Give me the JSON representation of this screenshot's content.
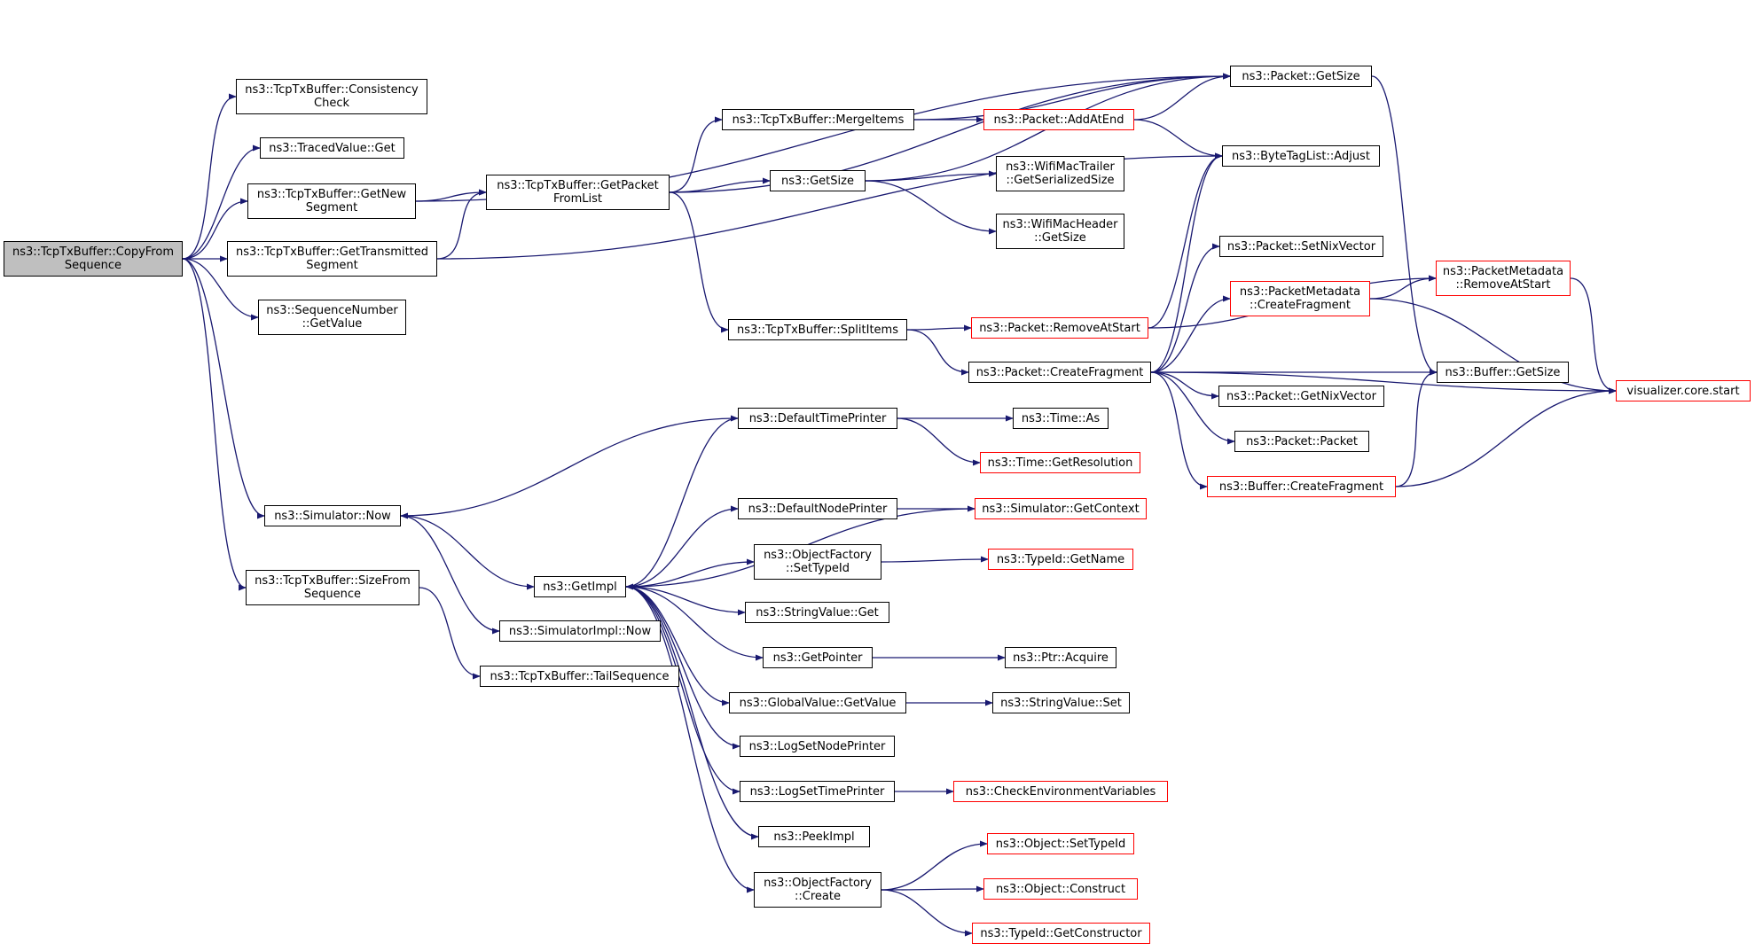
{
  "colors": {
    "edge": "#191970",
    "box_border": "#000000",
    "incomplete_border": "#ff0000",
    "root_fill": "#bfbfbf"
  },
  "nodes": {
    "copyfrom": "ns3::TcpTxBuffer::CopyFrom\nSequence",
    "consistency": "ns3::TcpTxBuffer::Consistency\nCheck",
    "tracedget": "ns3::TracedValue::Get",
    "getnewseg": "ns3::TcpTxBuffer::GetNew\nSegment",
    "gettransseg": "ns3::TcpTxBuffer::GetTransmitted\nSegment",
    "seqgetvalue": "ns3::SequenceNumber\n::GetValue",
    "simnow": "ns3::Simulator::Now",
    "sizefromseq": "ns3::TcpTxBuffer::SizeFrom\nSequence",
    "getpacketfromlist": "ns3::TcpTxBuffer::GetPacket\nFromList",
    "mergeitems": "ns3::TcpTxBuffer::MergeItems",
    "getsize": "ns3::GetSize",
    "splititems": "ns3::TcpTxBuffer::SplitItems",
    "defaulttimeprinter": "ns3::DefaultTimePrinter",
    "defaultnodeprinter": "ns3::DefaultNodePrinter",
    "objfactsettypeid": "ns3::ObjectFactory\n::SetTypeId",
    "stringvalueget": "ns3::StringValue::Get",
    "getpointer": "ns3::GetPointer",
    "globalvaluegetvalue": "ns3::GlobalValue::GetValue",
    "logsetnodeprinter": "ns3::LogSetNodePrinter",
    "logsettimeprinter": "ns3::LogSetTimePrinter",
    "peekimpl": "ns3::PeekImpl",
    "objfactcreate": "ns3::ObjectFactory\n::Create",
    "getimpl": "ns3::GetImpl",
    "simimplnow": "ns3::SimulatorImpl::Now",
    "tailsequence": "ns3::TcpTxBuffer::TailSequence",
    "packetaddatend": "ns3::Packet::AddAtEnd",
    "wifimactrailer": "ns3::WifiMacTrailer\n::GetSerializedSize",
    "wifimacheader": "ns3::WifiMacHeader\n::GetSize",
    "packetremoveatstart": "ns3::Packet::RemoveAtStart",
    "packetcreatefragment": "ns3::Packet::CreateFragment",
    "timeas": "ns3::Time::As",
    "timegetresolution": "ns3::Time::GetResolution",
    "simgetcontext": "ns3::Simulator::GetContext",
    "typeidgetname": "ns3::TypeId::GetName",
    "ptracquire": "ns3::Ptr::Acquire",
    "stringvalueset": "ns3::StringValue::Set",
    "checkenv": "ns3::CheckEnvironmentVariables",
    "objectsettypeid": "ns3::Object::SetTypeId",
    "objectconstruct": "ns3::Object::Construct",
    "typeidgetconstructor": "ns3::TypeId::GetConstructor",
    "packetgetsize": "ns3::Packet::GetSize",
    "bytetaglistadjust": "ns3::ByteTagList::Adjust",
    "packetsetnixvector": "ns3::Packet::SetNixVector",
    "pmcreatefragment": "ns3::PacketMetadata\n::CreateFragment",
    "buffergetsize": "ns3::Buffer::GetSize",
    "packetgetnixvector": "ns3::Packet::GetNixVector",
    "packetpacket": "ns3::Packet::Packet",
    "buffercreatefragment": "ns3::Buffer::CreateFragment",
    "pmremoveatstart": "ns3::PacketMetadata\n::RemoveAtStart",
    "visualizerstart": "visualizer.core.start"
  }
}
